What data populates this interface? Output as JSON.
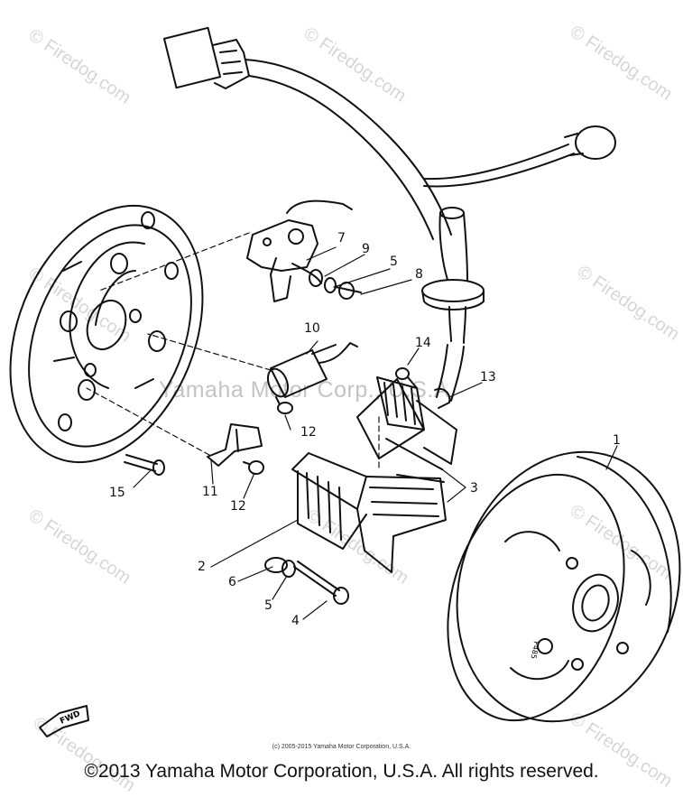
{
  "watermark": "© Firedog.com",
  "center_watermark": "Yamaha Motor Corp., U.S.A.",
  "callouts": [
    "1",
    "2",
    "3",
    "4",
    "5",
    "5",
    "6",
    "7",
    "8",
    "9",
    "10",
    "11",
    "12",
    "12",
    "13",
    "14",
    "15"
  ],
  "fwd_label": "FWD",
  "fine_print": "(c) 2005-2015 Yamaha Motor Corporation, U.S.A.",
  "footer": "©2013 Yamaha Motor Corporation, U.S.A. All rights reserved."
}
